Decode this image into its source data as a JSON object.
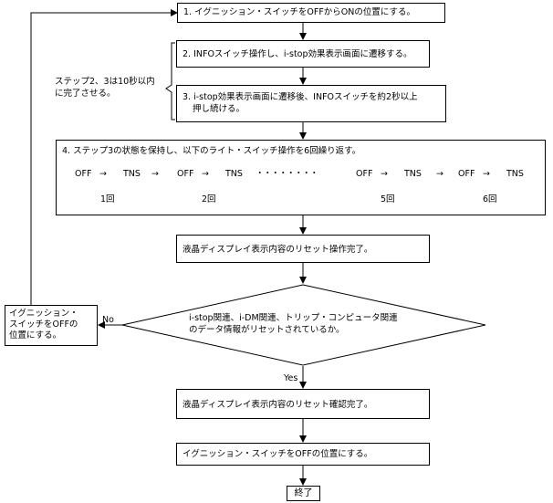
{
  "steps": {
    "step1": "1. イグニッション・スイッチをOFFからONの位置にする。",
    "step2": "2. INFOスイッチ操作し、i-stop効果表示画面に遷移する。",
    "step3_line1": "3. i-stop効果表示画面に遷移後、INFOスイッチを約2秒以上",
    "step3_line2": "押し続ける。",
    "step4": "4. ステップ3の状態を保持し、以下のライト・スイッチ操作を6回繰り返す。",
    "reset_complete": "液晶ディスプレイ表示内容のリセット操作完了。",
    "confirm_complete": "液晶ディスプレイ表示内容のリセット確認完了。",
    "ign_off": "イグニッション・スイッチをOFFの位置にする。",
    "end": "終了"
  },
  "note": {
    "line1": "ステップ2、3は10秒以内",
    "line2": "に完了させる。"
  },
  "cycle": {
    "off": "OFF",
    "tns": "TNS",
    "arrow": "→",
    "dots": "・・・・・・・・",
    "labels": [
      "1回",
      "2回",
      "5回",
      "6回"
    ]
  },
  "decision": {
    "line1": "i-stop関連、i-DM関連、トリップ・コンピュータ関連",
    "line2": "のデータ情報がリセットされているか。",
    "yes": "Yes",
    "no": "No"
  },
  "retry": {
    "line1": "イグニッション・",
    "line2": "スイッチをOFFの",
    "line3": "位置にする。"
  }
}
